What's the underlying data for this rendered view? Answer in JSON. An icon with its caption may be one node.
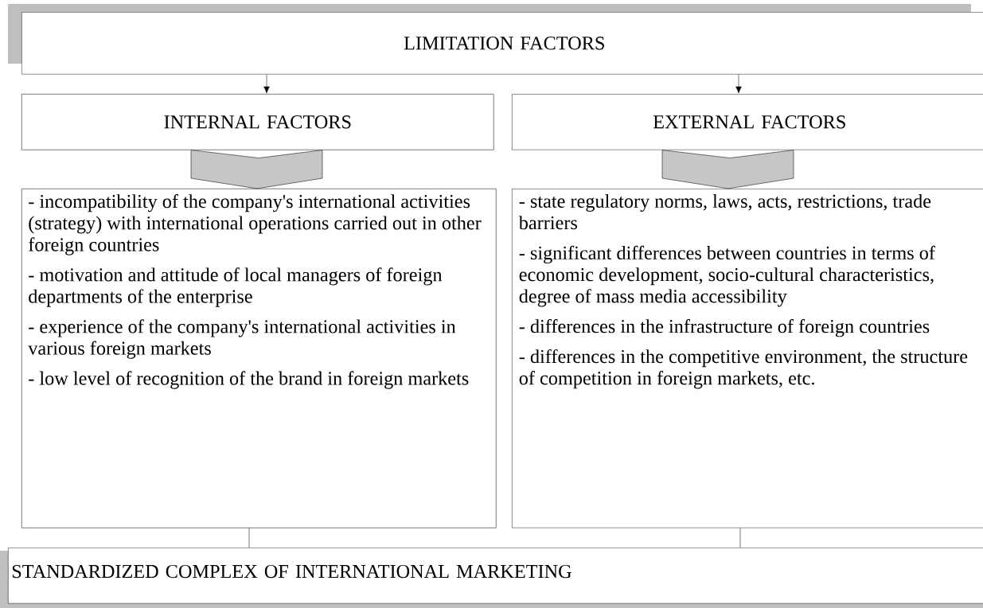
{
  "diagram": {
    "nodes": [
      {
        "text": [
          "LIMITATION FACTORS"
        ]
      },
      {
        "text": [
          "INTERNAL FACTORS"
        ]
      },
      {
        "text": [
          "EXTERNAL FACTORS"
        ]
      },
      {
        "text": [
          "- incompatibility of the company's international activities (strategy) with international operations carried out in other foreign countries",
          "- motivation and attitude of local managers of foreign departments of the enterprise",
          "- experience of the company's international activities in various foreign markets",
          "- low level of recognition of the brand in foreign markets"
        ]
      },
      {
        "text": [
          "- state regulatory norms, laws, acts, restrictions, trade barriers",
          "- significant differences between countries in terms of economic development, socio-cultural characteristics, degree of mass media accessibility",
          "- differences in the infrastructure of foreign countries",
          "- differences in the competitive environment, the structure of competition in foreign markets, etc."
        ]
      },
      {
        "text": [
          "STANDARDIZED COMPLEX OF INTERNATIONAL MARKETING"
        ]
      }
    ],
    "edges": [
      {
        "from": 0,
        "to": 1,
        "arrow": "to"
      },
      {
        "from": 0,
        "to": 2,
        "arrow": "to"
      },
      {
        "from": 1,
        "to": 3,
        "arrow": "to",
        "style": "thick"
      },
      {
        "from": 2,
        "to": 4,
        "arrow": "to",
        "style": "thick"
      },
      {
        "from": 3,
        "to": 5,
        "arrow": "none"
      },
      {
        "from": 4,
        "to": 5,
        "arrow": "none"
      }
    ]
  }
}
